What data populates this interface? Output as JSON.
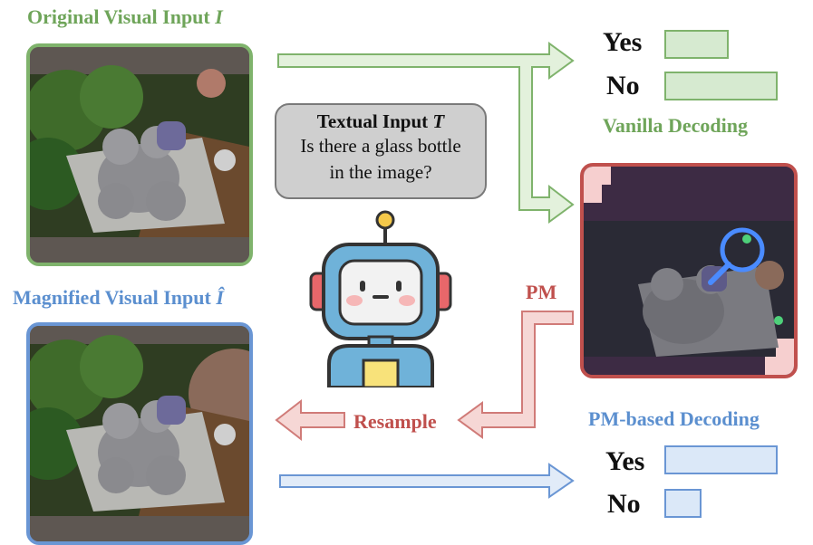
{
  "original_title": "Original Visual Input",
  "original_symbol": "I",
  "magnified_title": "Magnified Visual Input",
  "magnified_symbol": "Î",
  "textual_heading": "Textual Input",
  "textual_symbol": "T",
  "question_line1": "Is there a glass bottle",
  "question_line2": "in the image?",
  "pm_label": "PM",
  "resample_label": "Resample",
  "vanilla_label": "Vanilla Decoding",
  "pm_based_label": "PM-based Decoding",
  "vanilla_decoding": {
    "yes_label": "Yes",
    "no_label": "No",
    "yes_value": 0.57,
    "no_value": 1.0,
    "color": "#d6ead0",
    "border": "#7fb36c"
  },
  "pm_decoding": {
    "yes_label": "Yes",
    "no_label": "No",
    "yes_value": 1.0,
    "no_value": 0.33,
    "color": "#dbe8f8",
    "border": "#6a96d4"
  },
  "colors": {
    "green": "#6fa55a",
    "blue": "#5b8fcf",
    "red": "#c0504d",
    "green_arrow": "#e3f1dc",
    "blue_arrow": "#e1ebf8",
    "red_arrow": "#f6d7d5"
  }
}
